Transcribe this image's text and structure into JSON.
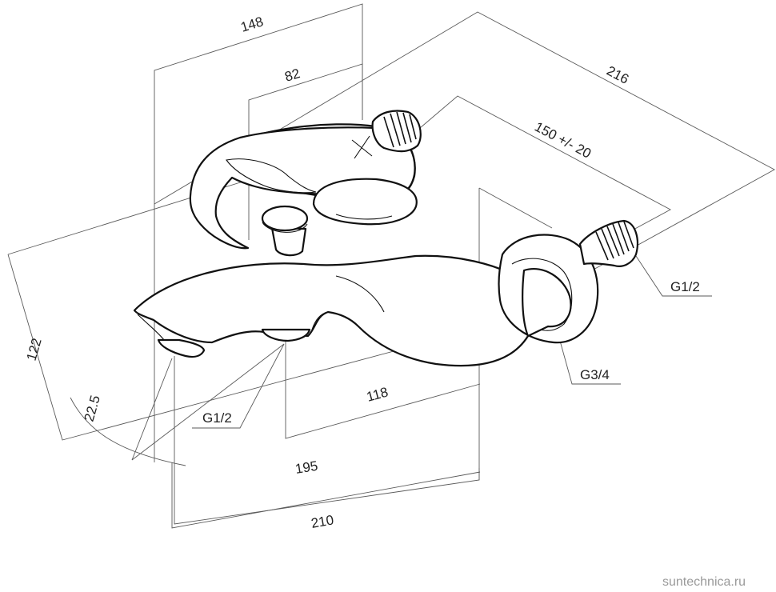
{
  "dimensions": {
    "overall_width": "148",
    "handle_width": "82",
    "overall_depth": "216",
    "center_distance": "150 +/- 20",
    "height": "122",
    "spout_angle": "22.5",
    "diverter_to_wall": "118",
    "spout_length_inner": "195",
    "spout_length_outer": "210"
  },
  "connections": {
    "inlet_thread": "G1/2",
    "eccentric_thread": "G3/4",
    "shower_outlet_thread": "G1/2"
  },
  "watermark": "suntechnica.ru"
}
